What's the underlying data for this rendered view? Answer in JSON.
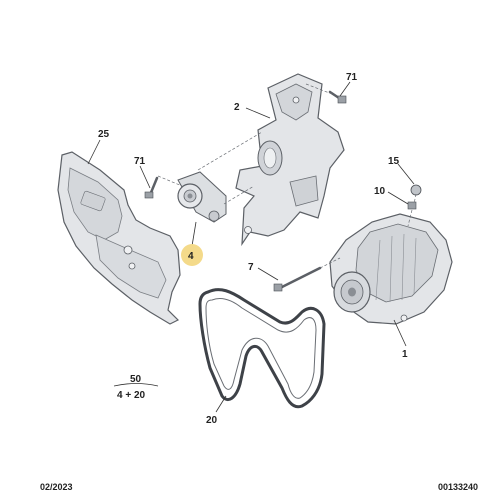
{
  "callouts": {
    "c1": "1",
    "c2": "2",
    "c4": "4",
    "c7": "7",
    "c10": "10",
    "c15": "15",
    "c20": "20",
    "c25": "25",
    "c71a": "71",
    "c71b": "71",
    "group_top": "50",
    "group_bottom": "4 + 20"
  },
  "footer": {
    "date": "02/2023",
    "reference": "00133240"
  },
  "colors": {
    "highlight": "#f4da8a",
    "part_fill": "#e3e5e8",
    "part_stroke": "#5c6066",
    "shadow_fill": "#c9ccd1"
  }
}
